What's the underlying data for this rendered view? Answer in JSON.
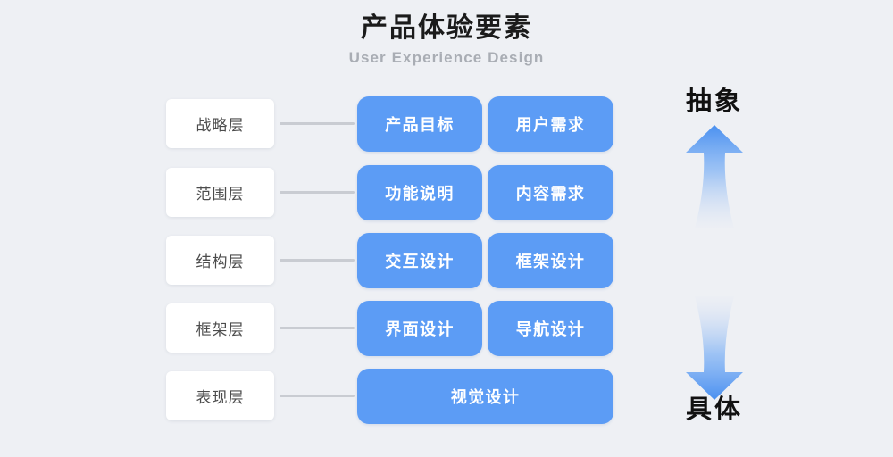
{
  "header": {
    "title": "产品体验要素",
    "subtitle": "User Experience Design"
  },
  "colors": {
    "background": "#eef0f4",
    "card_blue": "#5c9cf5",
    "chip_white": "#ffffff",
    "connector_gray": "#c9ccd2",
    "title_black": "#1b1b1b",
    "subtitle_gray": "#a9adb4",
    "chip_text_gray": "#4c4c4c",
    "card_text_white": "#ffffff",
    "axis_label_black": "#111111"
  },
  "rows": [
    {
      "layer": "战略层",
      "cards": [
        "产品目标",
        "用户需求"
      ]
    },
    {
      "layer": "范围层",
      "cards": [
        "功能说明",
        "内容需求"
      ]
    },
    {
      "layer": "结构层",
      "cards": [
        "交互设计",
        "框架设计"
      ]
    },
    {
      "layer": "框架层",
      "cards": [
        "界面设计",
        "导航设计"
      ]
    },
    {
      "layer": "表现层",
      "cards": [
        "视觉设计"
      ]
    }
  ],
  "axis": {
    "top_label": "抽象",
    "bottom_label": "具体",
    "up_arrow_icon": "arrow-up-icon",
    "down_arrow_icon": "arrow-down-icon"
  }
}
